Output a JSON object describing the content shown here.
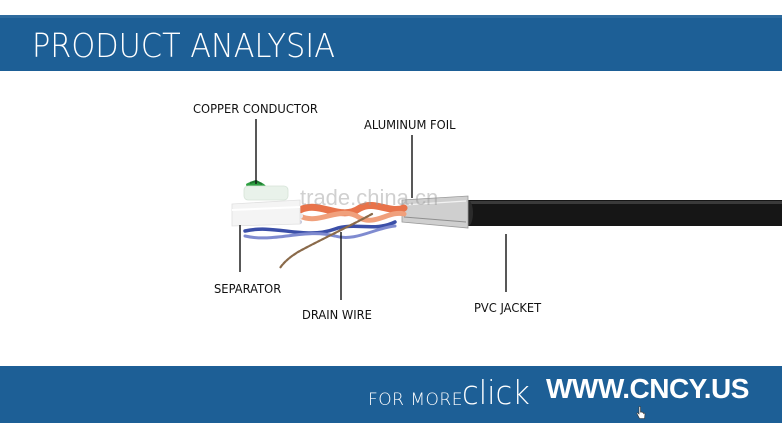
{
  "header": {
    "title": "PRODUCT ANALYSIA"
  },
  "labels": {
    "copper_conductor": "COPPER  CONDUCTOR",
    "aluminum_foil": "ALUMINUM FOIL",
    "separator": "SEPARATOR",
    "drain_wire": "DRAIN WIRE",
    "pvc_jacket": "PVC  JACKET"
  },
  "watermark": "trade.china.cn",
  "footer": {
    "for_more": "FOR MORE",
    "click": "click",
    "website": "WWW.CNCY.US"
  },
  "colors": {
    "banner": "#1d5f96",
    "jacket": "#1a1a1a",
    "foil": "#c9c9c9",
    "orange_pair": "#e8734a",
    "blue_pair": "#3b4fa8",
    "green_pair": "#2fa043",
    "drain_wire": "#8a6a4a"
  },
  "icons": {
    "cursor": "hand-pointer-icon"
  }
}
